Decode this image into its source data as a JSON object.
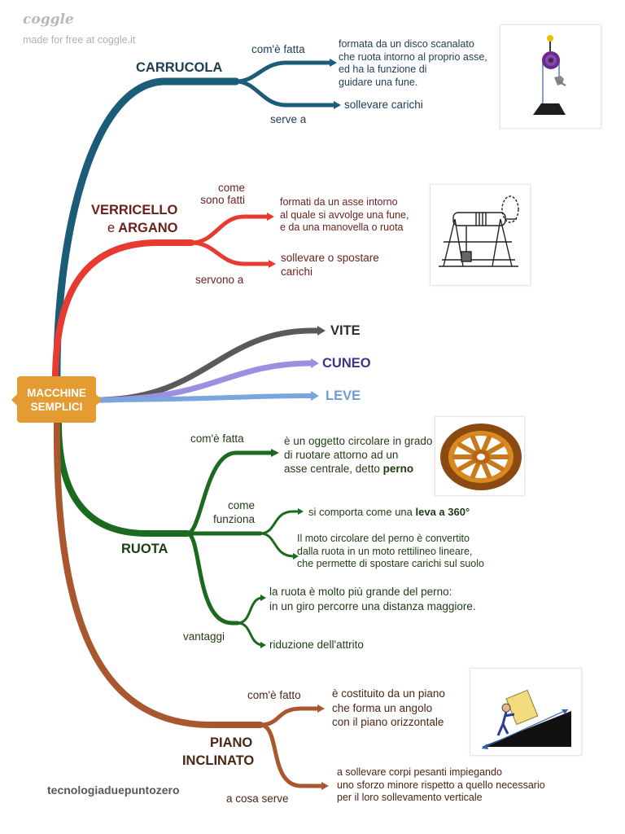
{
  "brand": {
    "logo": "coggle",
    "made_for": "made for free at coggle.it"
  },
  "central": {
    "line1": "MACCHINE",
    "line2": "SEMPLICI",
    "color": "#e39b32"
  },
  "colors": {
    "carrucola": "#1b5d78",
    "verricello": "#e63b2e",
    "vite": "#5a5a5a",
    "cuneo": "#9b8fe0",
    "leve": "#7aa6e0",
    "ruota": "#1a6b1f",
    "piano": "#a9572f"
  },
  "carrucola": {
    "title": "CARRUCOLA",
    "come_fatta": "com'è fatta",
    "desc": [
      "formata da un disco scanalato",
      "che ruota intorno al proprio asse,",
      "ed ha la funzione di",
      "guidare una fune."
    ],
    "serve_a": "serve a",
    "serve_text": "sollevare carichi",
    "image": "pulley-image"
  },
  "verricello": {
    "title1": "VERRICELLO",
    "title2_e": "e",
    "title2_word": "ARGANO",
    "come_line1": "come",
    "come_line2": "sono fatti",
    "desc": [
      "formati da un asse intorno",
      "al quale si avvolge una fune,",
      "e da una manovella o ruota"
    ],
    "servono_a": "servono a",
    "servono_text": [
      "sollevare o spostare",
      "carichi"
    ],
    "image": "winch-image"
  },
  "vite": {
    "title": "VITE"
  },
  "cuneo": {
    "title": "CUNEO"
  },
  "leve": {
    "title": "LEVE"
  },
  "ruota": {
    "title": "RUOTA",
    "come_fatta": "com'è fatta",
    "desc_line1": "è un oggetto circolare in grado",
    "desc_line2": "di ruotare attorno ad un",
    "desc_line3_prefix": "asse centrale, detto ",
    "desc_line3_bold": "perno",
    "come_line1": "come",
    "come_line2": "funziona",
    "funziona_prefix": "si comporta come una ",
    "funziona_bold": "leva a 360°",
    "moto": [
      "Il moto circolare del perno è convertito",
      "dalla ruota in un moto rettilineo lineare,",
      "che permette di spostare carichi sul suolo"
    ],
    "vantaggi": "vantaggi",
    "vantaggio1": [
      "la ruota è molto più grande del perno:",
      "in un giro percorre una distanza maggiore."
    ],
    "vantaggio2": "riduzione dell'attrito",
    "image": "wheel-image"
  },
  "piano": {
    "title1": "PIANO",
    "title2": "INCLINATO",
    "come_fatto": "com'è fatto",
    "desc": [
      "è costituito da un piano",
      "che forma un angolo",
      "con il piano orizzontale"
    ],
    "a_cosa_serve": "a cosa serve",
    "serve_text": [
      "a sollevare corpi pesanti impiegando",
      "uno sforzo minore rispetto a quello necessario",
      "per il loro sollevamento verticale"
    ],
    "image": "inclined-plane-image"
  },
  "footer": "tecnologiaduepuntozero"
}
